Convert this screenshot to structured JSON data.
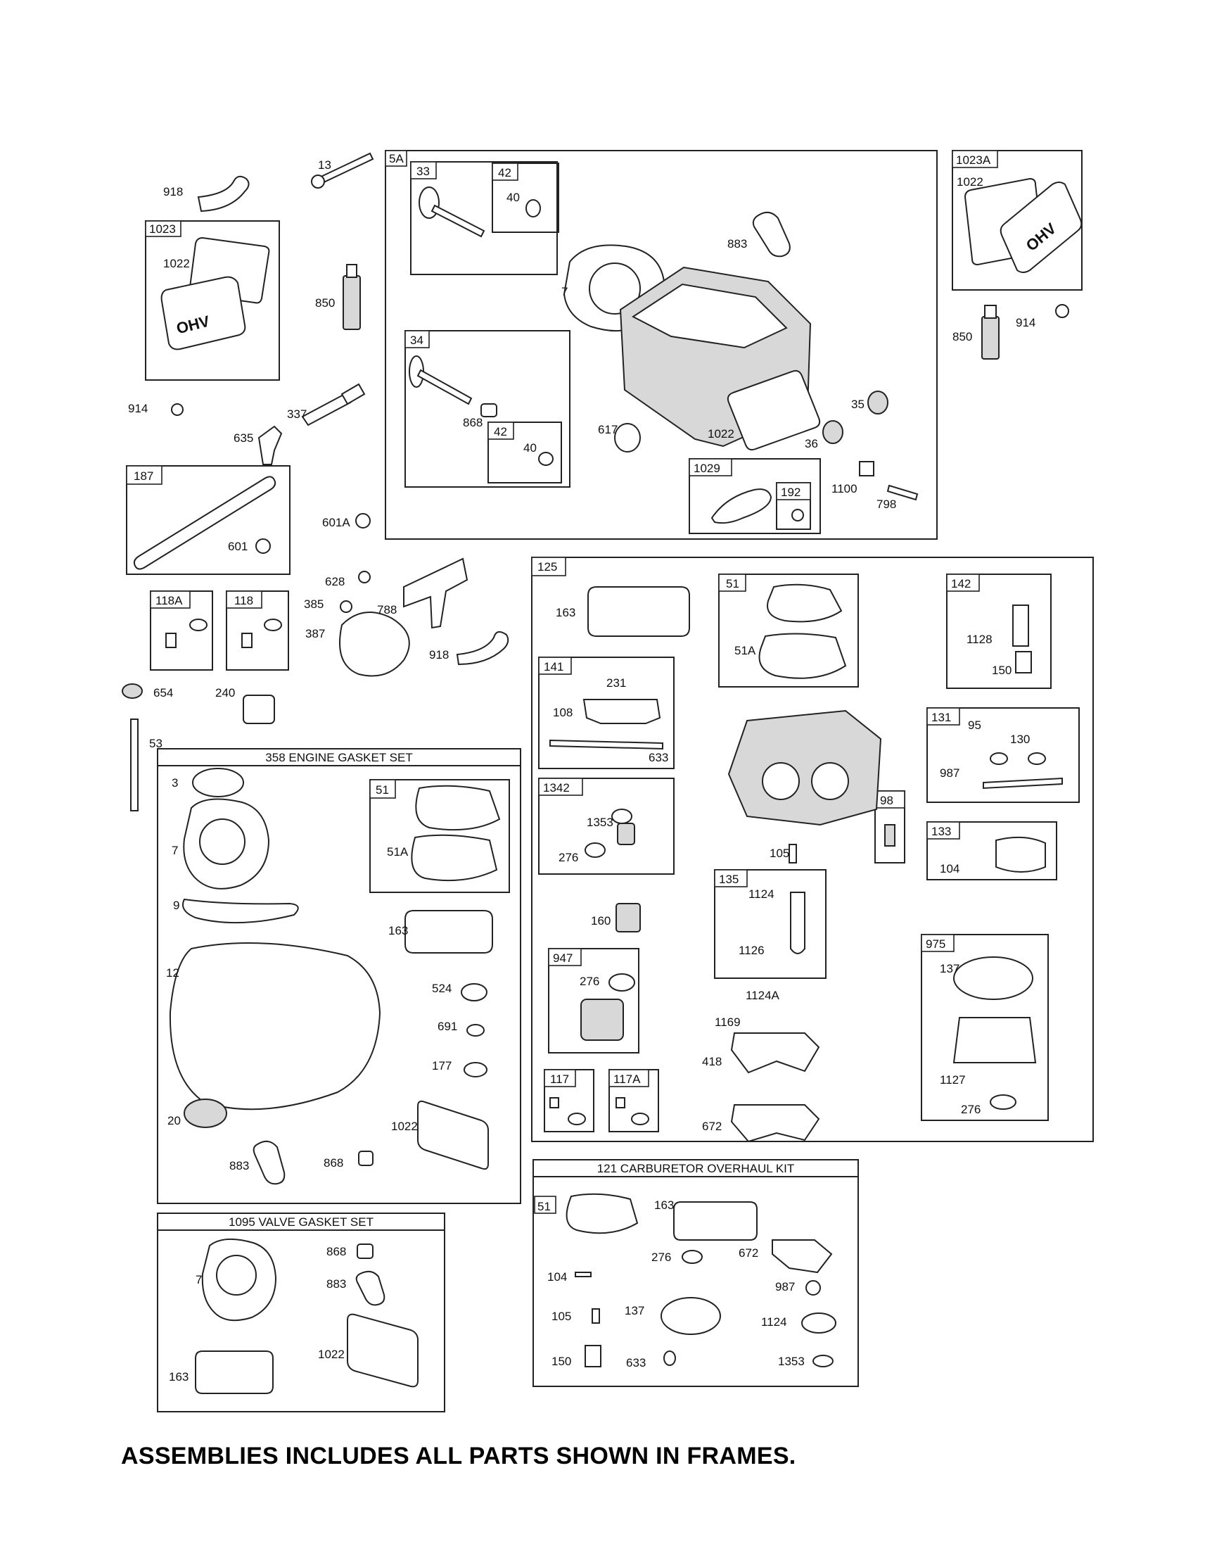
{
  "footer_note": "ASSEMBLIES INCLUDES ALL PARTS SHOWN IN FRAMES.",
  "frames": {
    "f5A": "5A",
    "f33": "33",
    "f42a": "42",
    "f34": "34",
    "f42b": "42",
    "f1029": "1029",
    "f192": "192",
    "f1023": "1023",
    "f1023A": "1023A",
    "f187": "187",
    "f118A": "118A",
    "f118": "118",
    "f125": "125",
    "f51a": "51",
    "f142": "142",
    "f141": "141",
    "f131": "131",
    "f1342": "1342",
    "f98": "98",
    "f133": "133",
    "f135": "135",
    "f975": "975",
    "f947": "947",
    "f117": "117",
    "f117A": "117A",
    "f51b": "51",
    "gasket_set": "358 ENGINE GASKET SET",
    "valve_set": "1095 VALVE GASKET SET",
    "carb_kit": "121 CARBURETOR OVERHAUL KIT"
  },
  "callouts": {
    "c918a": "918",
    "c13": "13",
    "c1022a": "1022",
    "c850a": "850",
    "c914a": "914",
    "c337": "337",
    "c635": "635",
    "c601": "601",
    "c601A": "601A",
    "c40a": "40",
    "c7a": "7",
    "c883a": "883",
    "c868a": "868",
    "c40b": "40",
    "c617": "617",
    "c1022b": "1022",
    "c35": "35",
    "c36": "36",
    "c1100": "1100",
    "c798": "798",
    "c1022c": "1022",
    "c850b": "850",
    "c914b": "914",
    "c628": "628",
    "c385": "385",
    "c788": "788",
    "c387": "387",
    "c918b": "918",
    "c654": "654",
    "c240": "240",
    "c53": "53",
    "c163a": "163",
    "c51Aa": "51A",
    "c1128": "1128",
    "c150a": "150",
    "c231": "231",
    "c108": "108",
    "c633a": "633",
    "c95": "95",
    "c130": "130",
    "c987a": "987",
    "c1353a": "1353",
    "c276a": "276",
    "c105a": "105",
    "c104a": "104",
    "c1124a": "1124",
    "c1126": "1126",
    "c1124A": "1124A",
    "c160": "160",
    "c137a": "137",
    "c276b": "276",
    "c1169": "1169",
    "c418": "418",
    "c672a": "672",
    "c1127": "1127",
    "c276c": "276",
    "c3": "3",
    "c7b": "7",
    "c51Ab": "51A",
    "c9": "9",
    "c163b": "163",
    "c12": "12",
    "c524": "524",
    "c691": "691",
    "c177": "177",
    "c20": "20",
    "c1022d": "1022",
    "c883b": "883",
    "c868b": "868",
    "c7c": "7",
    "c868c": "868",
    "c883c": "883",
    "c1022e": "1022",
    "c163c": "163",
    "c51c": "51",
    "c163d": "163",
    "c276d": "276",
    "c672b": "672",
    "c104b": "104",
    "c987b": "987",
    "c105b": "105",
    "c137b": "137",
    "c1124b": "1124",
    "c150b": "150",
    "c633b": "633",
    "c1353b": "1353"
  },
  "logo_text": "OHV"
}
